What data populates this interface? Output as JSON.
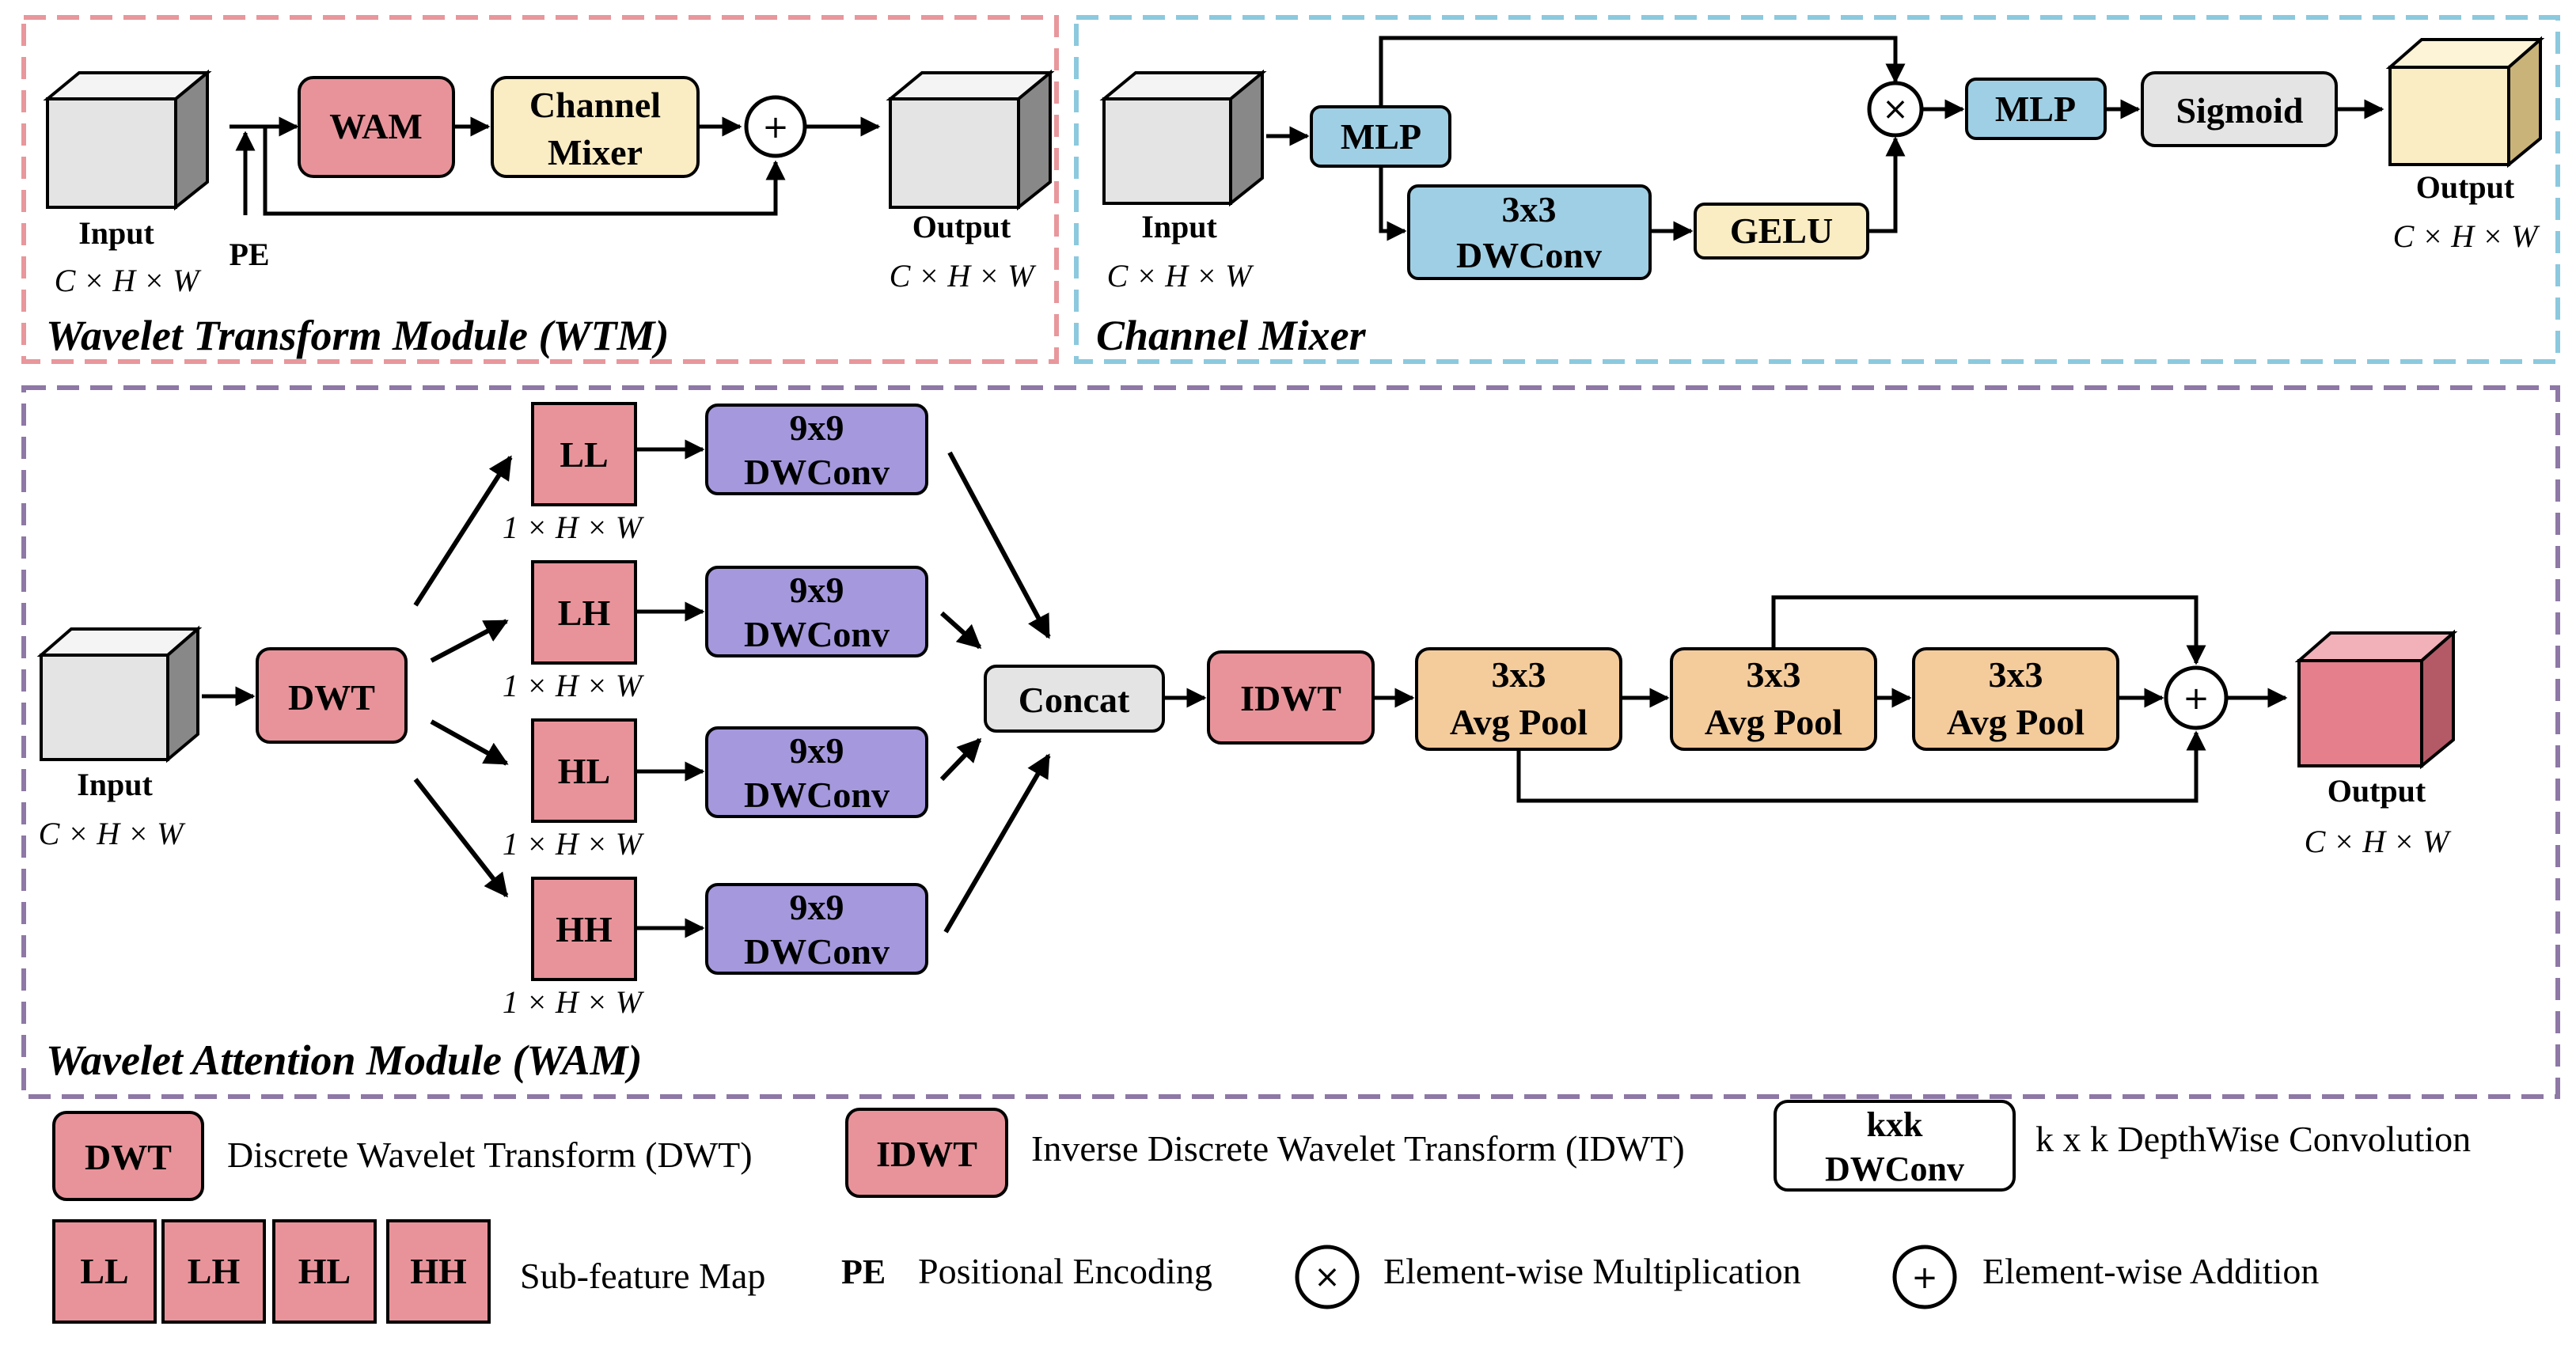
{
  "colors": {
    "wtm_border": "#e8979c",
    "mixer_border": "#8cc9de",
    "wam_border": "#8e78a6",
    "pink": "#e8939a",
    "cream": "#faecc3",
    "blue": "#9fcfe4",
    "gray": "#e4e4e4",
    "purple": "#a598dd",
    "orange": "#f4cb9b",
    "pink_cube": "#e47f8b"
  },
  "wtm": {
    "title": "Wavelet Transform Module (WTM)",
    "input_label": "Input",
    "input_dims": "C × H × W",
    "pe_label": "PE",
    "wam_label": "WAM",
    "mixer_line1": "Channel",
    "mixer_line2": "Mixer",
    "output_label": "Output",
    "output_dims": "C × H × W"
  },
  "mixer": {
    "title": "Channel Mixer",
    "input_label": "Input",
    "input_dims": "C × H × W",
    "mlp1_label": "MLP",
    "dwconv_line1": "3x3",
    "dwconv_line2": "DWConv",
    "gelu_label": "GELU",
    "mlp2_label": "MLP",
    "sigmoid_label": "Sigmoid",
    "output_label": "Output",
    "output_dims": "C × H × W"
  },
  "wam": {
    "title": "Wavelet Attention Module (WAM)",
    "input_label": "Input",
    "input_dims": "C × H × W",
    "dwt_label": "DWT",
    "subbands": [
      {
        "name": "LL",
        "dims": "1 × H × W",
        "conv_line1": "9x9",
        "conv_line2": "DWConv"
      },
      {
        "name": "LH",
        "dims": "1 × H × W",
        "conv_line1": "9x9",
        "conv_line2": "DWConv"
      },
      {
        "name": "HL",
        "dims": "1 × H × W",
        "conv_line1": "9x9",
        "conv_line2": "DWConv"
      },
      {
        "name": "HH",
        "dims": "1 × H × W",
        "conv_line1": "9x9",
        "conv_line2": "DWConv"
      }
    ],
    "concat_label": "Concat",
    "idwt_label": "IDWT",
    "pools": [
      {
        "line1": "3x3",
        "line2": "Avg Pool"
      },
      {
        "line1": "3x3",
        "line2": "Avg Pool"
      },
      {
        "line1": "3x3",
        "line2": "Avg Pool"
      }
    ],
    "output_label": "Output",
    "output_dims": "C × H × W"
  },
  "legend": {
    "dwt_box": "DWT",
    "dwt_text": "Discrete Wavelet Transform (DWT)",
    "idwt_box": "IDWT",
    "idwt_text": "Inverse Discrete Wavelet Transform (IDWT)",
    "conv_box_line1": "kxk",
    "conv_box_line2": "DWConv",
    "conv_text": "k x k DepthWise Convolution",
    "subfeature_boxes": [
      "LL",
      "LH",
      "HL",
      "HH"
    ],
    "subfeature_text": "Sub-feature Map",
    "pe_abbr": "PE",
    "pe_text": "Positional Encoding",
    "mult_symbol": "×",
    "mult_text": "Element-wise Multiplication",
    "add_symbol": "+",
    "add_text": "Element-wise Addition"
  },
  "operators": {
    "add": "+",
    "mult": "×"
  }
}
